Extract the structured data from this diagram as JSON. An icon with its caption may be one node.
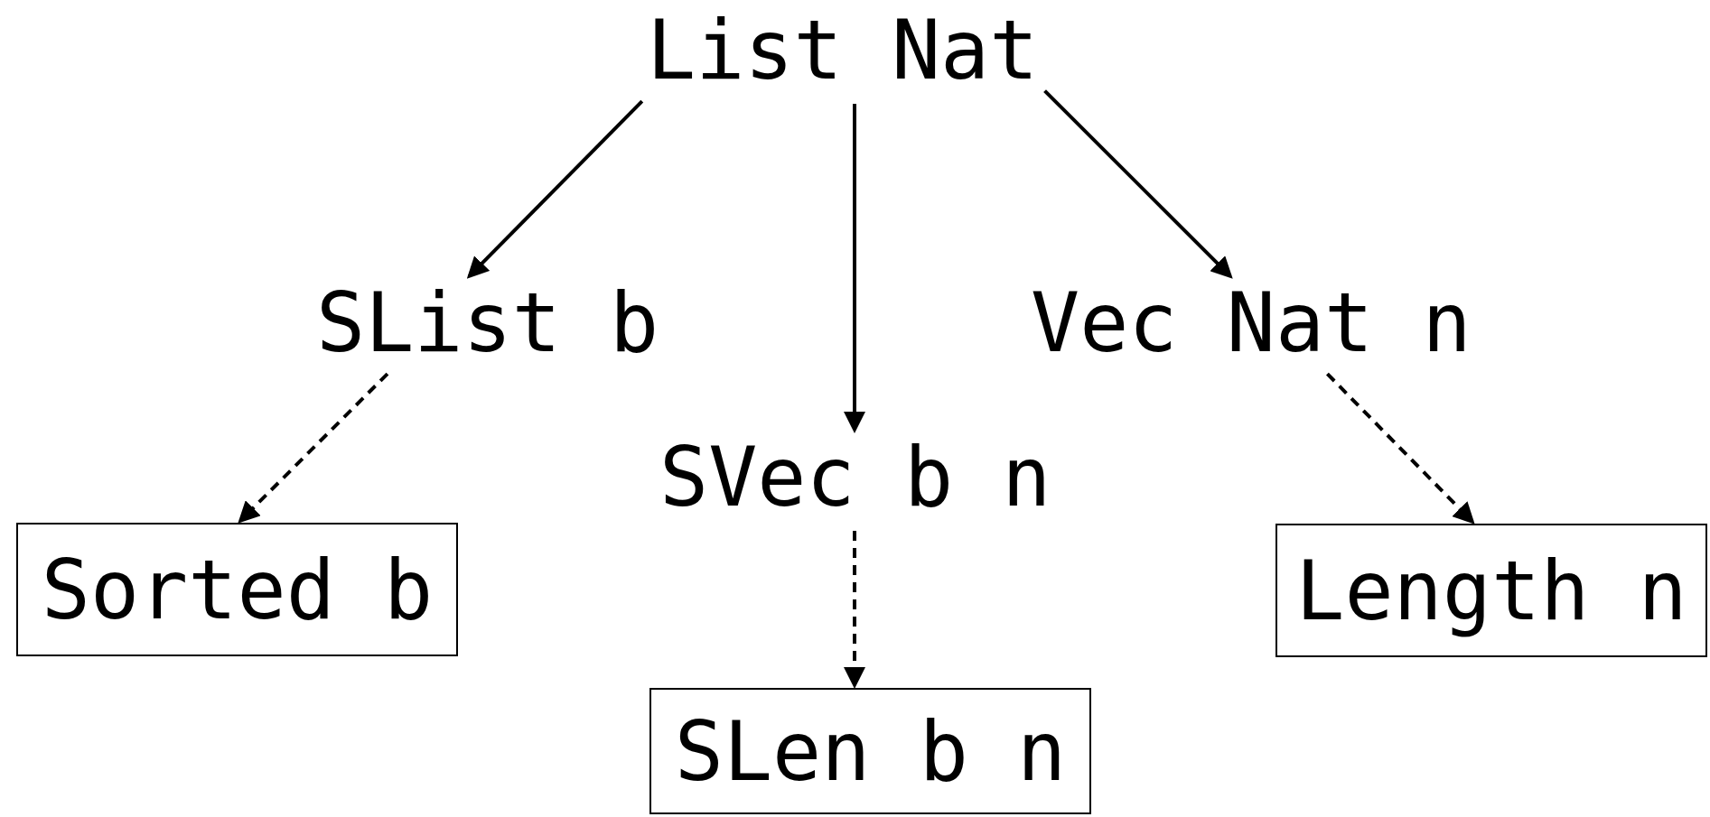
{
  "diagram": {
    "nodes": [
      {
        "text": [
          "List Nat"
        ]
      },
      {
        "text": [
          "SList b"
        ]
      },
      {
        "text": [
          "Vec Nat n"
        ]
      },
      {
        "text": [
          "SVec b n"
        ]
      },
      {
        "text": [
          "Sorted b"
        ]
      },
      {
        "text": [
          "Length n"
        ]
      },
      {
        "text": [
          "SLen b n"
        ]
      }
    ],
    "edges": [
      {
        "from": 0,
        "to": 1,
        "arrow": "to"
      },
      {
        "from": 0,
        "to": 3,
        "arrow": "to"
      },
      {
        "from": 0,
        "to": 2,
        "arrow": "to"
      },
      {
        "from": 1,
        "to": 4,
        "arrow": "to",
        "style": "dashed"
      },
      {
        "from": 3,
        "to": 6,
        "arrow": "to",
        "style": "dashed"
      },
      {
        "from": 2,
        "to": 5,
        "arrow": "to",
        "style": "dashed"
      }
    ]
  }
}
